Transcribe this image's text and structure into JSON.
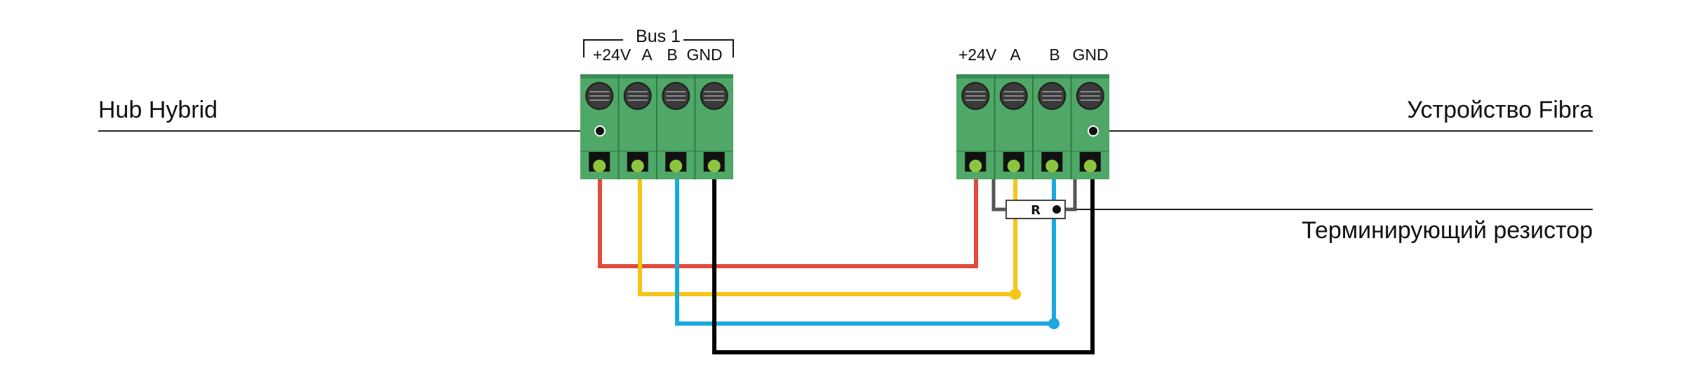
{
  "left_device": {
    "name": "Hub Hybrid"
  },
  "right_device": {
    "name": "Устройство Fibra"
  },
  "resistor": {
    "caption": "Терминирующий резистор",
    "symbol": "R"
  },
  "bus_label": "Bus 1",
  "left_terminals": [
    "+24V",
    "A",
    "B",
    "GND"
  ],
  "right_terminals": [
    "+24V",
    "A",
    "B",
    "GND"
  ],
  "colors": {
    "terminal_block": "#4fa867",
    "terminal_block_dark": "#2f7a47",
    "wire_power": "#e04c3c",
    "wire_a": "#f5c518",
    "wire_b": "#1aa8e0",
    "wire_gnd": "#000000",
    "wire_resistor": "#555555",
    "terminal_dot": "#8cc63e"
  }
}
